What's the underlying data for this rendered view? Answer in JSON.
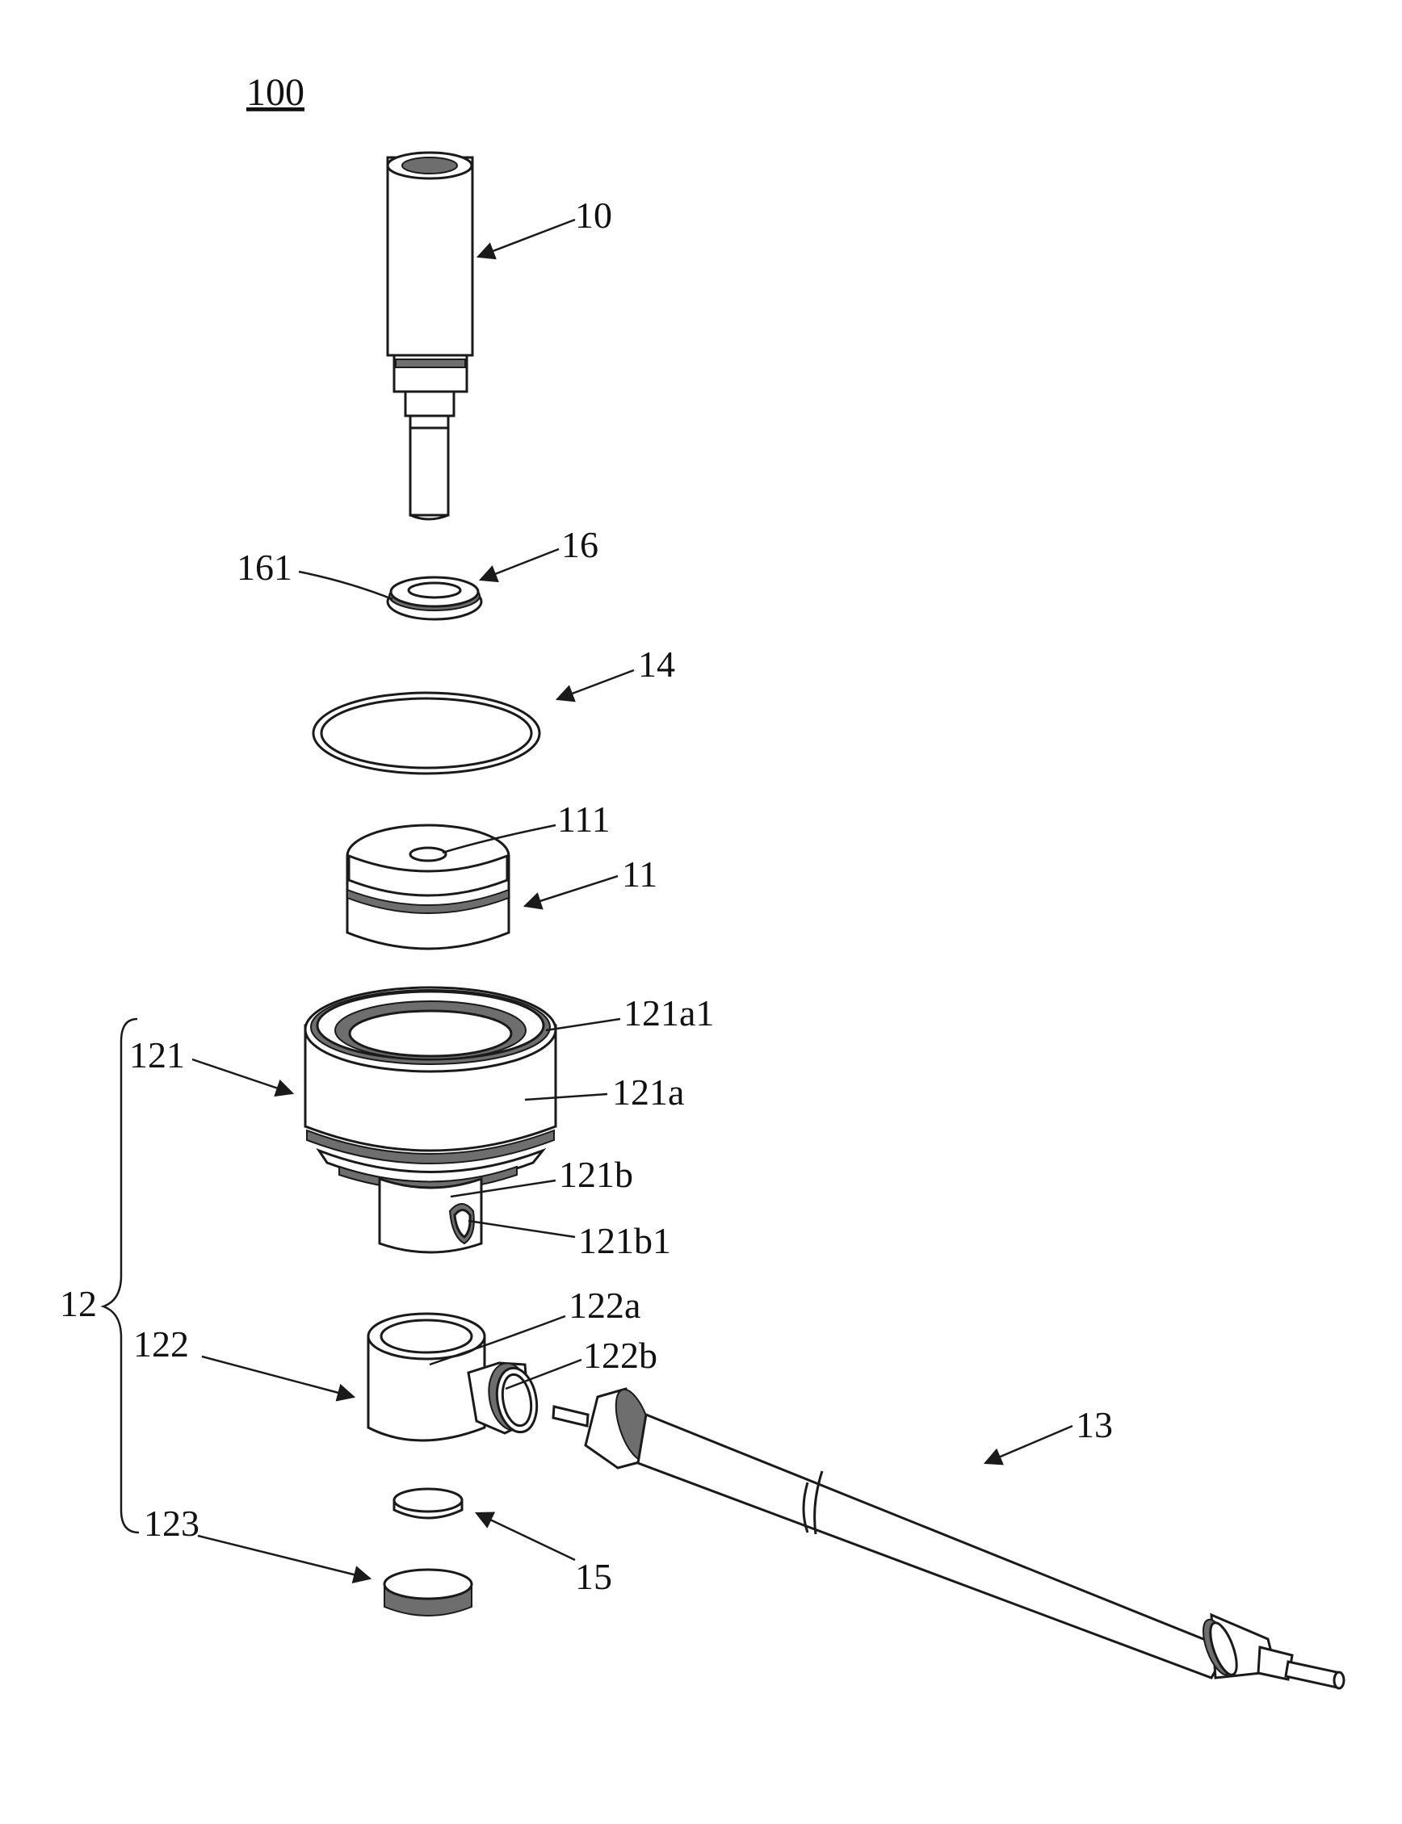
{
  "figure": {
    "assembly_label": "100",
    "labels": {
      "l10": "10",
      "l16": "16",
      "l161": "161",
      "l14": "14",
      "l111": "111",
      "l11": "11",
      "l121a1": "121a1",
      "l121": "121",
      "l121a": "121a",
      "l121b": "121b",
      "l121b1": "121b1",
      "l12": "12",
      "l122a": "122a",
      "l122": "122",
      "l122b": "122b",
      "l13": "13",
      "l123": "123",
      "l15": "15"
    }
  }
}
